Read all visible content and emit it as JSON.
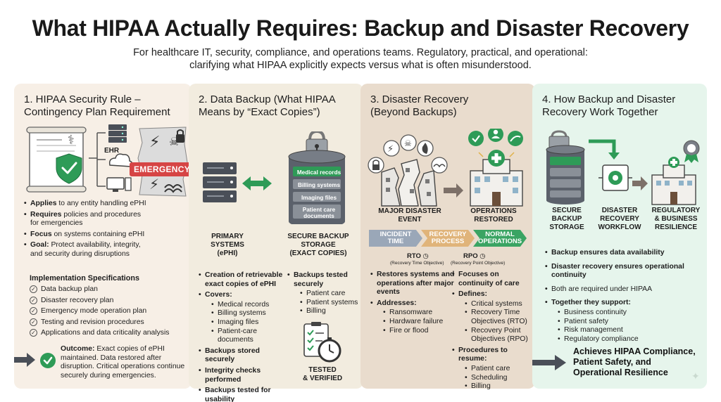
{
  "header": {
    "title": "What HIPAA Actually Requires: Backup and Disaster Recovery",
    "subtitle_line1": "For healthcare IT, security, compliance, and operations teams. Regulatory, practical, and operational:",
    "subtitle_line2": "clarifying what HIPAA explicitly expects versus what is often misunderstood."
  },
  "panel1": {
    "heading_line1": "1. HIPAA Security Rule –",
    "heading_line2": "Contingency Plan Requirement",
    "ehr_label": "EHR",
    "emergency_badge": "EMERGENCY",
    "bullets": [
      {
        "bold": "Applies",
        "rest": " to any entity handling ePHI"
      },
      {
        "bold": "Requires",
        "rest": " policies and procedures for emergencies"
      },
      {
        "bold": "Focus",
        "rest": " on systems containing ePHI"
      },
      {
        "bold": "Goal:",
        "rest": " Protect availability, integrity, and security during disruptions"
      }
    ],
    "impl_heading": "Implementation Specifications",
    "impl_items": [
      "Data backup plan",
      "Disaster recovery plan",
      "Emergency mode operation plan",
      "Testing and revision procedures",
      "Applications and data criticality analysis"
    ],
    "outcome_bold": "Outcome:",
    "outcome_rest": " Exact copies of ePHI maintained. Data restored after disruption. Critical operations continue securely during emergencies."
  },
  "panel2": {
    "heading_line1": "2. Data Backup (What HIPAA",
    "heading_line2": "Means by “Exact Copies”)",
    "primary_label_1": "PRIMARY",
    "primary_label_2": "SYSTEMS",
    "primary_label_3": "(ePHI)",
    "storage_label_1": "SECURE BACKUP",
    "storage_label_2": "STORAGE",
    "storage_label_3": "(EXACT COPIES)",
    "layers": [
      "Medical records",
      "Billing systems",
      "Imaging files",
      "Patient care documents"
    ],
    "left_list": {
      "item1": "Creation of retrievable exact copies of ePHI",
      "item2": "Covers:",
      "covers": [
        "Medical records",
        "Billing systems",
        "Imaging files",
        "Patient-care documents"
      ],
      "item3": "Backups stored securely",
      "item4": "Integrity checks performed",
      "item5": "Backups tested for usability"
    },
    "right_list": {
      "item1": "Backups tested securely",
      "subs": [
        "Patient care",
        "Patient systems",
        "Billing"
      ]
    },
    "tested_1": "TESTED",
    "tested_2": "& VERIFIED"
  },
  "panel3": {
    "heading_line1": "3. Disaster Recovery",
    "heading_line2": "(Beyond Backups)",
    "disaster_1": "MAJOR DISASTER",
    "disaster_2": "EVENT",
    "restored_1": "OPERATIONS",
    "restored_2": "RESTORED",
    "stages": [
      {
        "line1": "INCIDENT",
        "line2": "TIME",
        "color": "#9aa7b8"
      },
      {
        "line1": "RECOVERY",
        "line2": "PROCESS",
        "color": "#e0b47a"
      },
      {
        "line1": "NORMAL",
        "line2": "OPERATIONS",
        "color": "#3aa463"
      }
    ],
    "rto": "RTO",
    "rto_sub": "(Recovery Time Objective)",
    "rpo": "RPO",
    "rpo_sub": "(Recovery Point Objective)",
    "left_list": {
      "item1": "Restores systems and operations after major events",
      "item2": "Addresses:",
      "subs": [
        "Ransomware",
        "Hardware failure",
        "Fire or flood"
      ]
    },
    "right_list": {
      "item1": "Focuses on continuity of care",
      "item2": "Defines:",
      "defines": [
        "Critical systems",
        "Recovery Time Objectives (RTO)",
        "Recovery Point Objectives (RPO)"
      ],
      "item3": "Procedures to resume:",
      "resume": [
        "Patient care",
        "Scheduling",
        "Billing"
      ]
    }
  },
  "panel4": {
    "heading_line1": "4. How Backup and Disaster",
    "heading_line2": "Recovery Work Together",
    "icon1_1": "SECURE",
    "icon1_2": "BACKUP",
    "icon1_3": "STORAGE",
    "icon2_1": "DISASTER",
    "icon2_2": "RECOVERY",
    "icon2_3": "WORKFLOW",
    "icon3_1": "REGULATORY",
    "icon3_2": "& BUSINESS",
    "icon3_3": "RESILIENCE",
    "bullets": [
      "Backup ensures data availability",
      "Disaster recovery ensures operational continuity",
      "Both are required under HIPAA"
    ],
    "together": "Together they support:",
    "support": [
      "Business continuity",
      "Patient safety",
      "Risk management",
      "Regulatory compliance"
    ],
    "final_1": "Achieves HIPAA Compliance,",
    "final_2": "Patient Safety, and",
    "final_3": "Operational Resilience"
  },
  "colors": {
    "green": "#2e9b57",
    "red": "#d64545",
    "dark": "#4a4f58"
  }
}
